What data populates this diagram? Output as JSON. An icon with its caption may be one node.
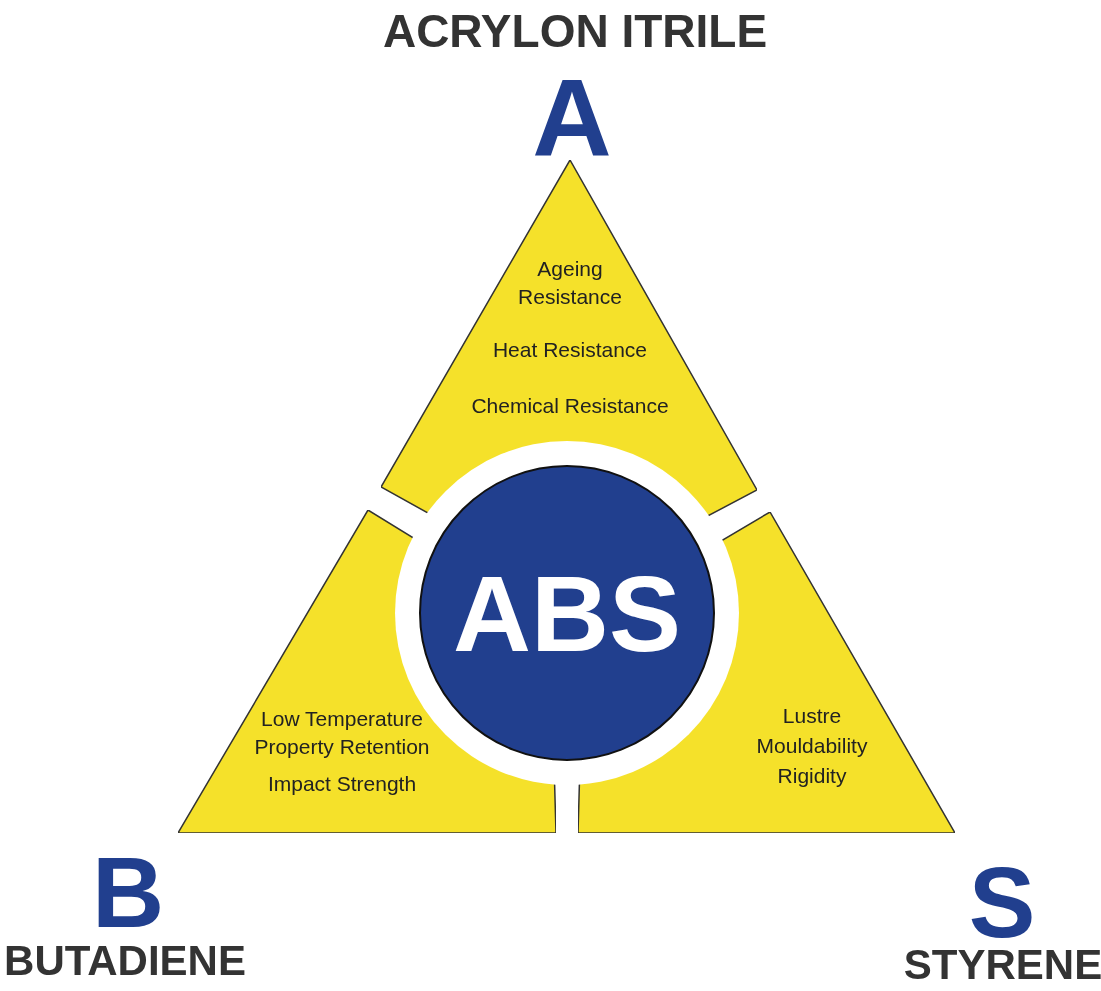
{
  "diagram": {
    "nodes": [
      {
        "text": [
          "Ageing Resistance",
          "Heat Resistance",
          "Chemical Resistance"
        ]
      },
      {
        "text": [
          "Low Temperature Property Retention",
          "Impact Strength"
        ]
      },
      {
        "text": [
          "Lustre",
          "Mouldability",
          "Rigidity"
        ]
      },
      {
        "text": [
          "ABS"
        ]
      }
    ],
    "edges": [],
    "labels": [
      "ACRYLON ITRILE",
      "A",
      "B",
      "BUTADIENE",
      "S",
      "STYRENE"
    ]
  }
}
